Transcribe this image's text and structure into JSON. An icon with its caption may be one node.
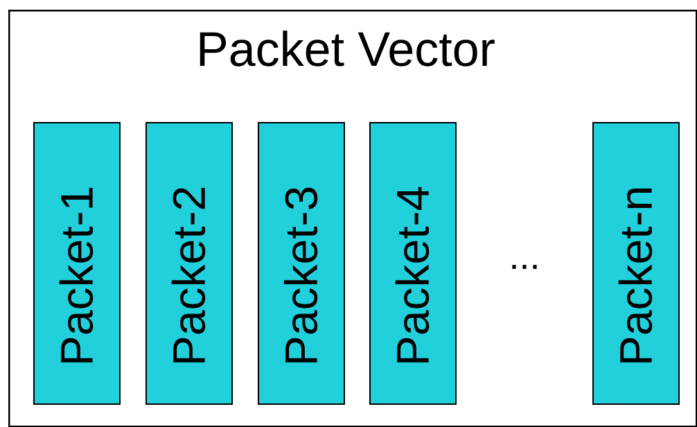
{
  "diagram": {
    "nodes": [
      {
        "text": [
          "Packet Vector"
        ]
      },
      {
        "text": [
          "Packet-1"
        ],
        "in": 0
      },
      {
        "text": [
          "Packet-2"
        ],
        "in": 0
      },
      {
        "text": [
          "Packet-3"
        ],
        "in": 0
      },
      {
        "text": [
          "Packet-4"
        ],
        "in": 0
      },
      {
        "text": [
          "Packet-n"
        ],
        "in": 0
      }
    ],
    "labels": [
      "..."
    ]
  }
}
